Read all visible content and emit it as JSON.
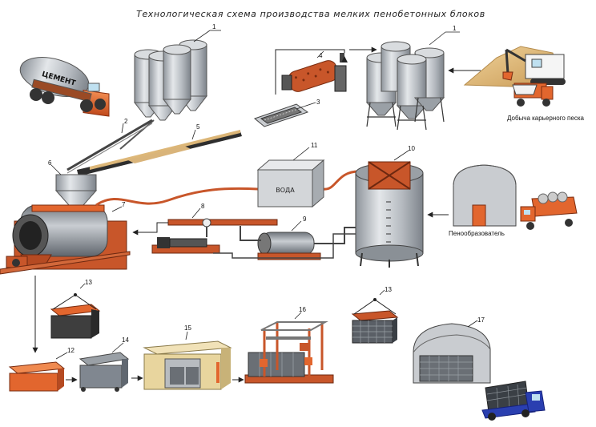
{
  "title": "Технологическая схема производства мелких пенобетонных блоков",
  "labels": {
    "truck_text": "ЦЕМЕНТ",
    "water": "ВОДА",
    "foam_agent": "Пенообразователь",
    "excavator_caption": "Добыча карьерного песка"
  },
  "numbers": {
    "n1a": "1",
    "n1b": "1",
    "n2": "2",
    "n3": "3",
    "n4": "4",
    "n5": "5",
    "n6": "6",
    "n7": "7",
    "n8": "8",
    "n9": "9",
    "n10": "10",
    "n11": "11",
    "n12": "12",
    "n13a": "13",
    "n13b": "13",
    "n14": "14",
    "n15": "15",
    "n16": "16",
    "n17": "17"
  },
  "colors": {
    "steel": "#b9bec4",
    "orange": "#e2662e",
    "dark": "#3a3a3a",
    "pipe": "#c8562a",
    "sand": "#d9b47a"
  }
}
